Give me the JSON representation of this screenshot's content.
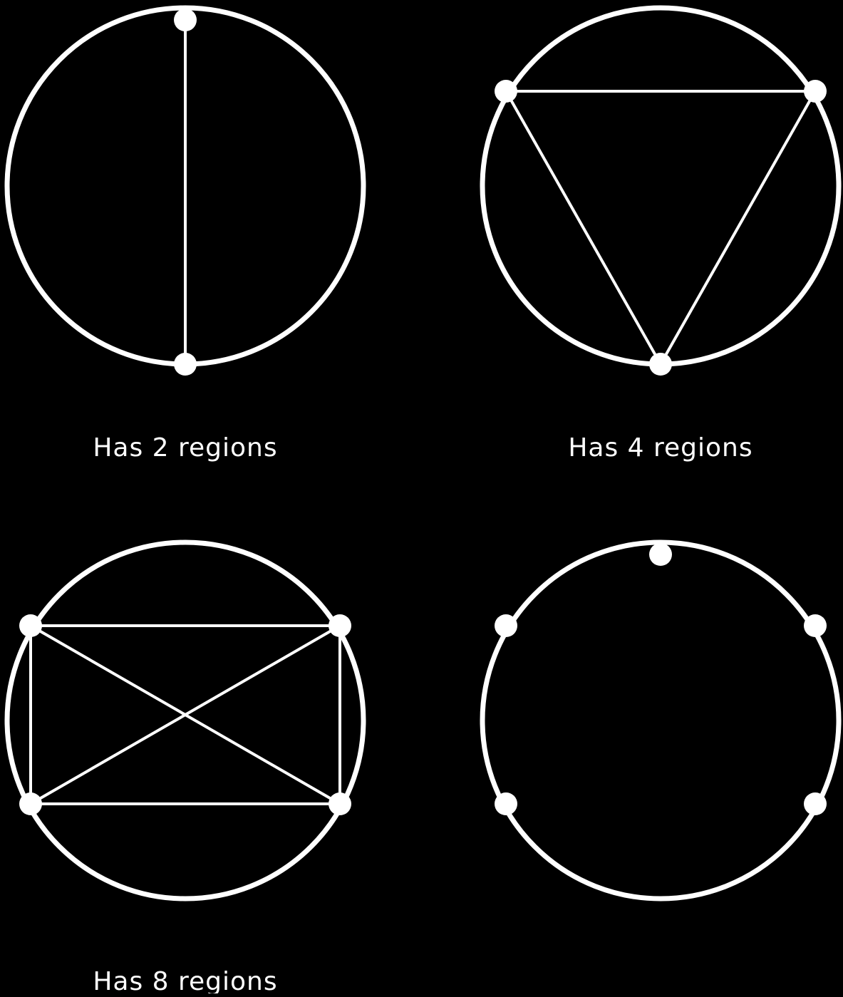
{
  "background_color": "#000000",
  "stroke_color": "#ffffff",
  "panels": [
    {
      "caption": "Has 2 regions",
      "points_on_circle": 2,
      "chords_drawn": "all"
    },
    {
      "caption": "Has 4 regions",
      "points_on_circle": 3,
      "chords_drawn": "all"
    },
    {
      "caption": "Has 8 regions",
      "points_on_circle": 4,
      "chords_drawn": "all"
    },
    {
      "caption": "",
      "points_on_circle": 5,
      "chords_drawn": "none"
    }
  ]
}
